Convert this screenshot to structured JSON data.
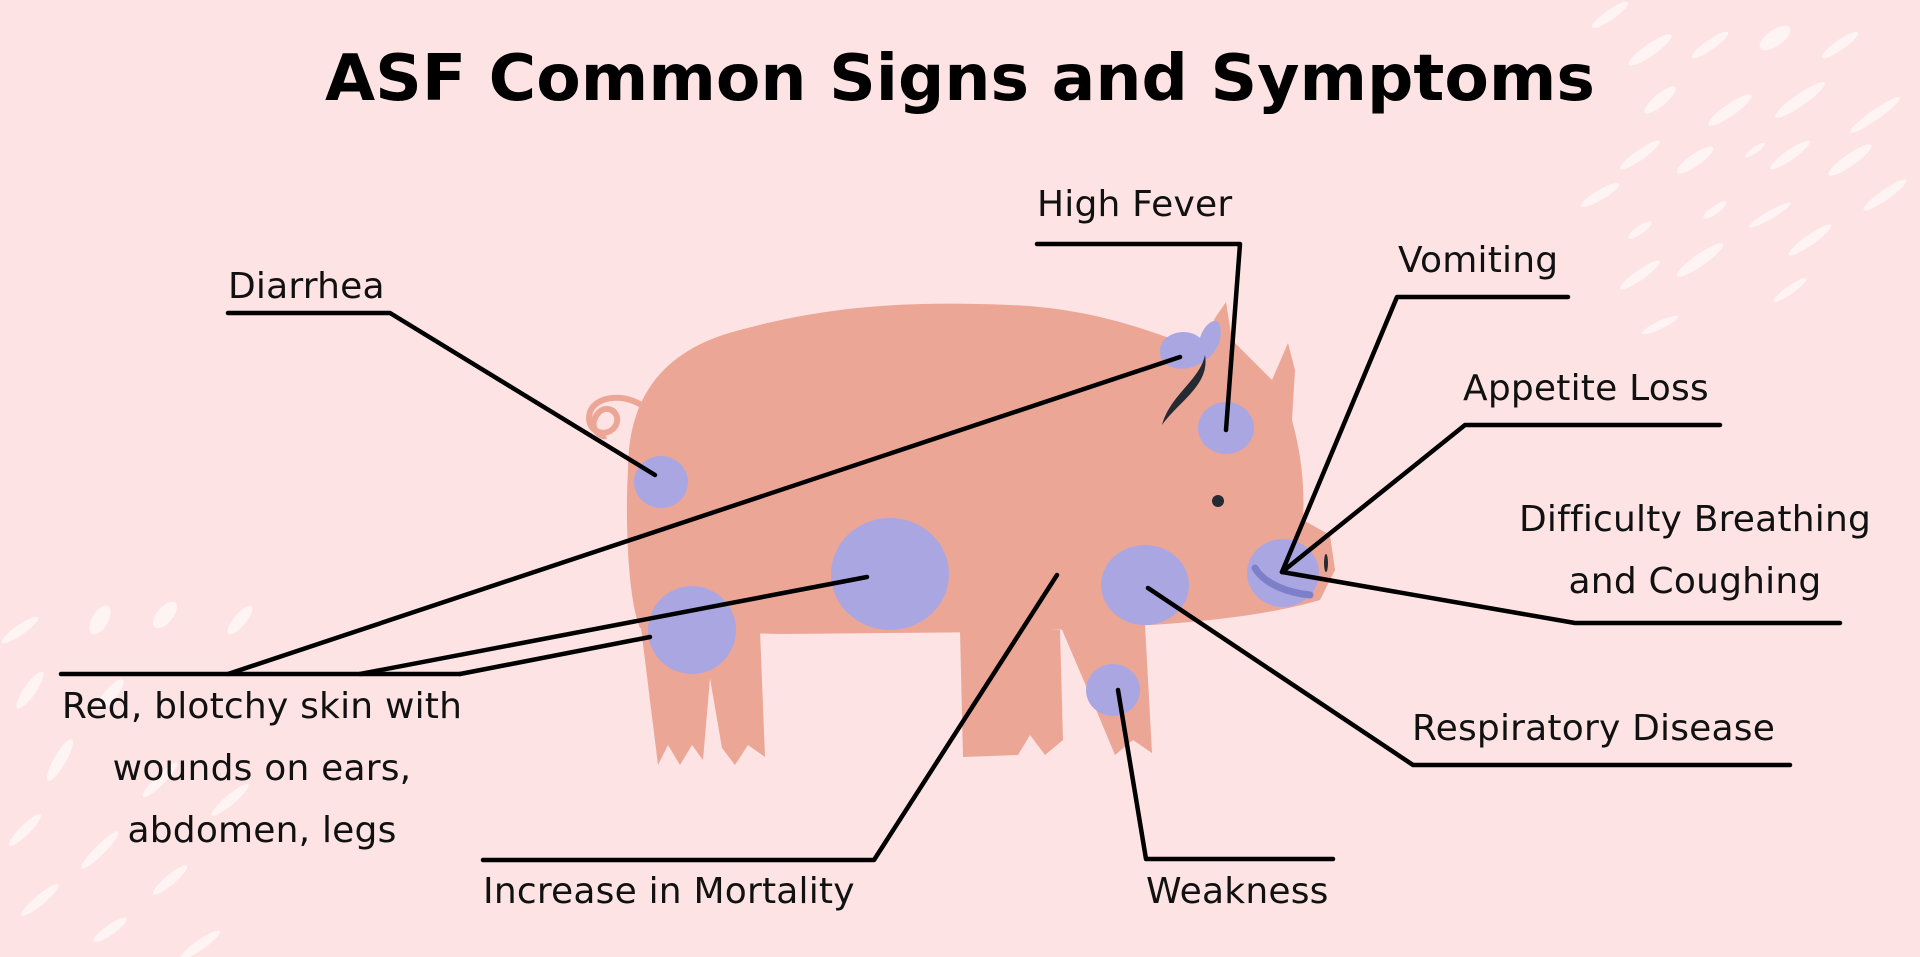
{
  "title": "ASF Common Signs and Symptoms",
  "colors": {
    "background": "#fde3e4",
    "pig_body": "#eca696",
    "lesion_spots": "#aaa6e2",
    "text": "#000000",
    "streaks": "#fff5f5"
  },
  "illustration": {
    "subject": "pig-with-lesion-spots",
    "icon": "pig-icon"
  },
  "symptoms": [
    {
      "id": "diarrhea",
      "label": "Diarrhea"
    },
    {
      "id": "high-fever",
      "label": "High Fever"
    },
    {
      "id": "vomiting",
      "label": "Vomiting"
    },
    {
      "id": "appetite-loss",
      "label": "Appetite Loss"
    },
    {
      "id": "difficulty-breathing",
      "label_lines": [
        "Difficulty Breathing",
        "and Coughing"
      ]
    },
    {
      "id": "respiratory-disease",
      "label": "Respiratory Disease"
    },
    {
      "id": "weakness",
      "label": "Weakness"
    },
    {
      "id": "increase-mortality",
      "label": "Increase in Mortality"
    },
    {
      "id": "red-blotchy-skin",
      "label_lines": [
        "Red, blotchy skin with",
        "wounds on ears,",
        "abdomen, legs"
      ]
    }
  ]
}
